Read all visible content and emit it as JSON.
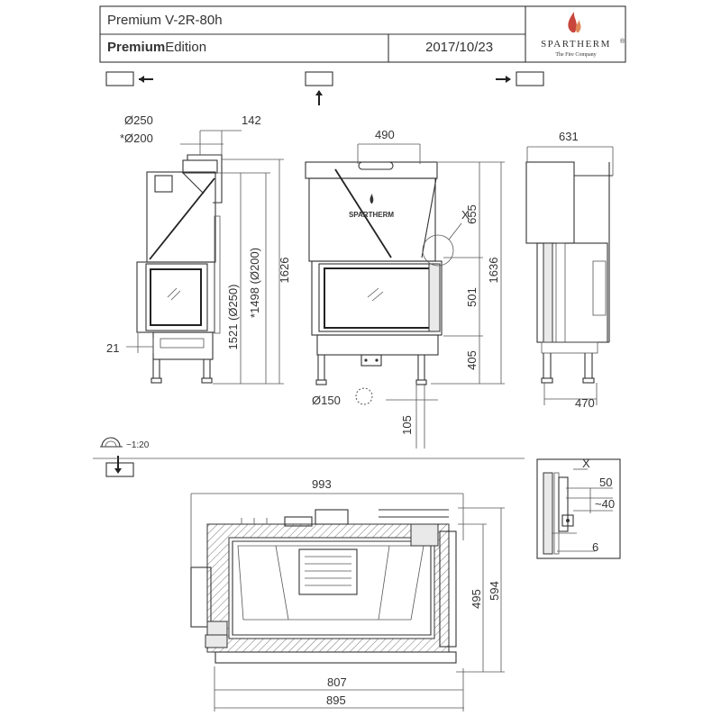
{
  "header": {
    "model": "Premium V-2R-80h",
    "edition_bold": "Premium",
    "edition_rest": "Edition",
    "date": "2017/10/23",
    "brand": "SPARTHERM",
    "brand_tagline": "The Fire Company",
    "brand_mark": "®"
  },
  "logo_text": "SPARTHERM",
  "scale_label": "~1:20",
  "dims": {
    "d250": "Ø250",
    "d200": "*Ø200",
    "w142": "142",
    "h1521": "1521 (Ø250)",
    "h1498": "*1498 (Ø200)",
    "h1626": "1626",
    "w21": "21",
    "w490": "490",
    "x_label": "X",
    "h655": "655",
    "h501": "501",
    "h405": "405",
    "h1636": "1636",
    "d150": "Ø150",
    "h105": "105",
    "w631": "631",
    "w470": "470",
    "w993": "993",
    "h495": "495",
    "h594": "594",
    "w807": "807",
    "w895": "895",
    "detail_x": "X",
    "detail_50": "50",
    "detail_40": "~40",
    "detail_6": "6"
  }
}
